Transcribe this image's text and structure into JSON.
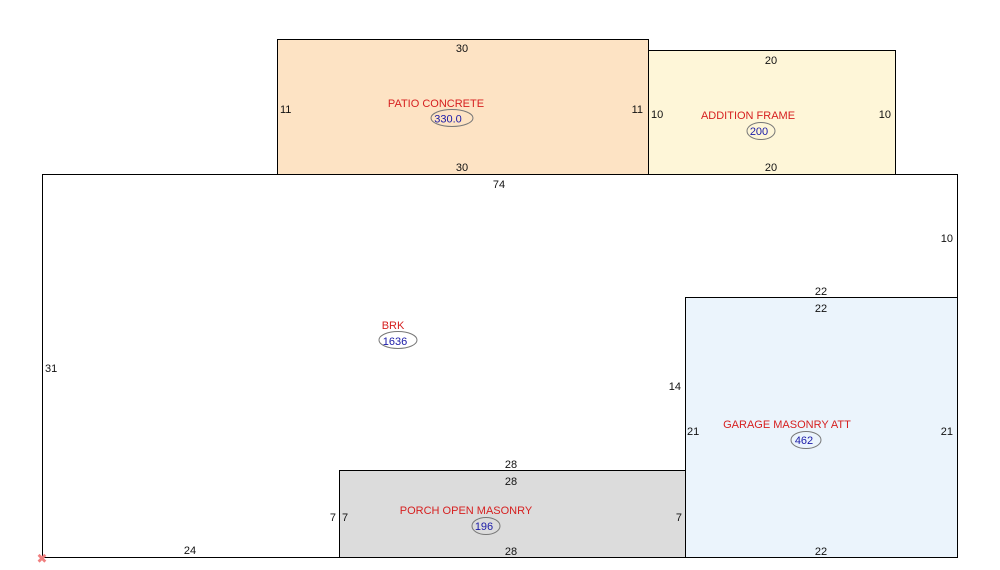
{
  "colors": {
    "outline": "#000000",
    "label_text": "#d62020",
    "area_text": "#1a1aa8",
    "area_ellipse": "#777777",
    "patio_fill": "#fde3c4",
    "addition_fill": "#fef6d8",
    "main_fill": "#ffffff",
    "garage_fill": "#ebf4fc",
    "porch_fill": "#dcdcdc",
    "origin_marker": "#f08080"
  },
  "patio": {
    "label": "PATIO CONCRETE",
    "area": "330.0",
    "dims": {
      "top": "30",
      "bottom": "30",
      "left": "11",
      "right": "11"
    }
  },
  "addition": {
    "label": "ADDITION FRAME",
    "area": "200",
    "dims": {
      "top": "20",
      "bottom": "20",
      "left": "10",
      "right": "10"
    }
  },
  "main": {
    "label": "BRK",
    "area": "1636",
    "dims": {
      "top": "74",
      "right_upper": "10",
      "step_top": "22",
      "step_left": "14",
      "step_porch": "28",
      "left": "31",
      "bottom": "24"
    }
  },
  "garage": {
    "label": "GARAGE MASONRY ATT",
    "area": "462",
    "dims": {
      "top": "22",
      "bottom": "22",
      "left": "21",
      "right": "21"
    }
  },
  "porch": {
    "label": "PORCH OPEN MASONRY",
    "area": "196",
    "dims": {
      "top": "28",
      "bottom": "28",
      "left": "7",
      "left_outer": "7",
      "right": "7"
    }
  },
  "origin": {
    "icon": "origin-x-icon",
    "glyph": "✖"
  }
}
